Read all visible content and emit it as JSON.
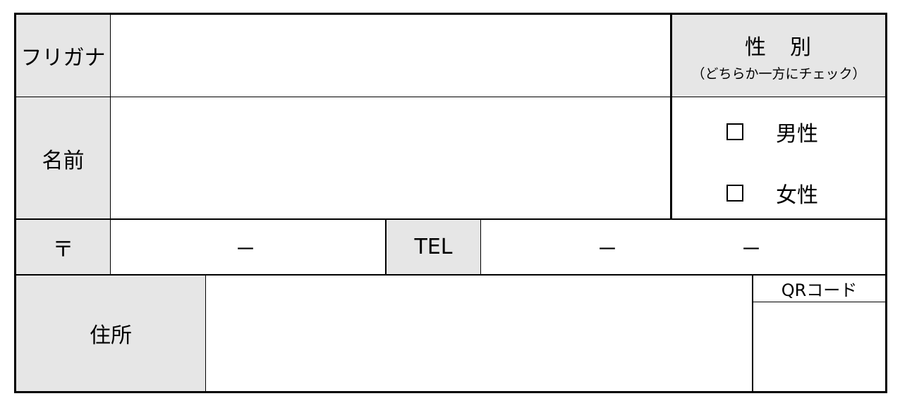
{
  "form": {
    "furigana_label": "フリガナ",
    "name_label": "名前",
    "gender": {
      "title": "性　別",
      "subtitle": "（どちらか一方にチェック）",
      "options": [
        {
          "label": "男性",
          "checked": false
        },
        {
          "label": "女性",
          "checked": false
        }
      ]
    },
    "postal": {
      "label": "〒",
      "separator": "－"
    },
    "tel": {
      "label": "TEL",
      "separator1": "－",
      "separator2": "－"
    },
    "address_label": "住所",
    "qr_label": "QRコード",
    "colors": {
      "label_fill": "#e6e6e6",
      "border": "#000000"
    }
  }
}
